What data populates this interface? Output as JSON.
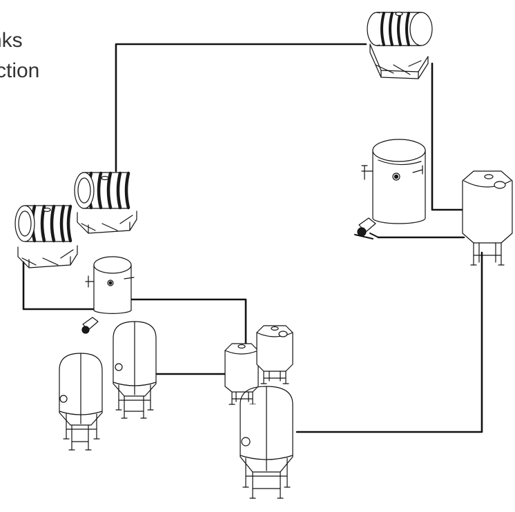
{
  "caption": {
    "line1": "nks",
    "line2": "ction"
  },
  "colors": {
    "line": "#111111",
    "tank_fill": "#ffffff",
    "band": "#1a1a1a",
    "caption_text": "#333333"
  },
  "components": [
    "horizontal-water-tank-top-right",
    "hot-liquor-tank",
    "brew-kettle",
    "horizontal-water-tank-middle",
    "horizontal-water-tank-left",
    "mash-tun",
    "fermenter-conical-left",
    "fermenter-conical-middle",
    "bright-tank-small-left",
    "bright-tank-small-right",
    "fermenter-conical-large"
  ]
}
